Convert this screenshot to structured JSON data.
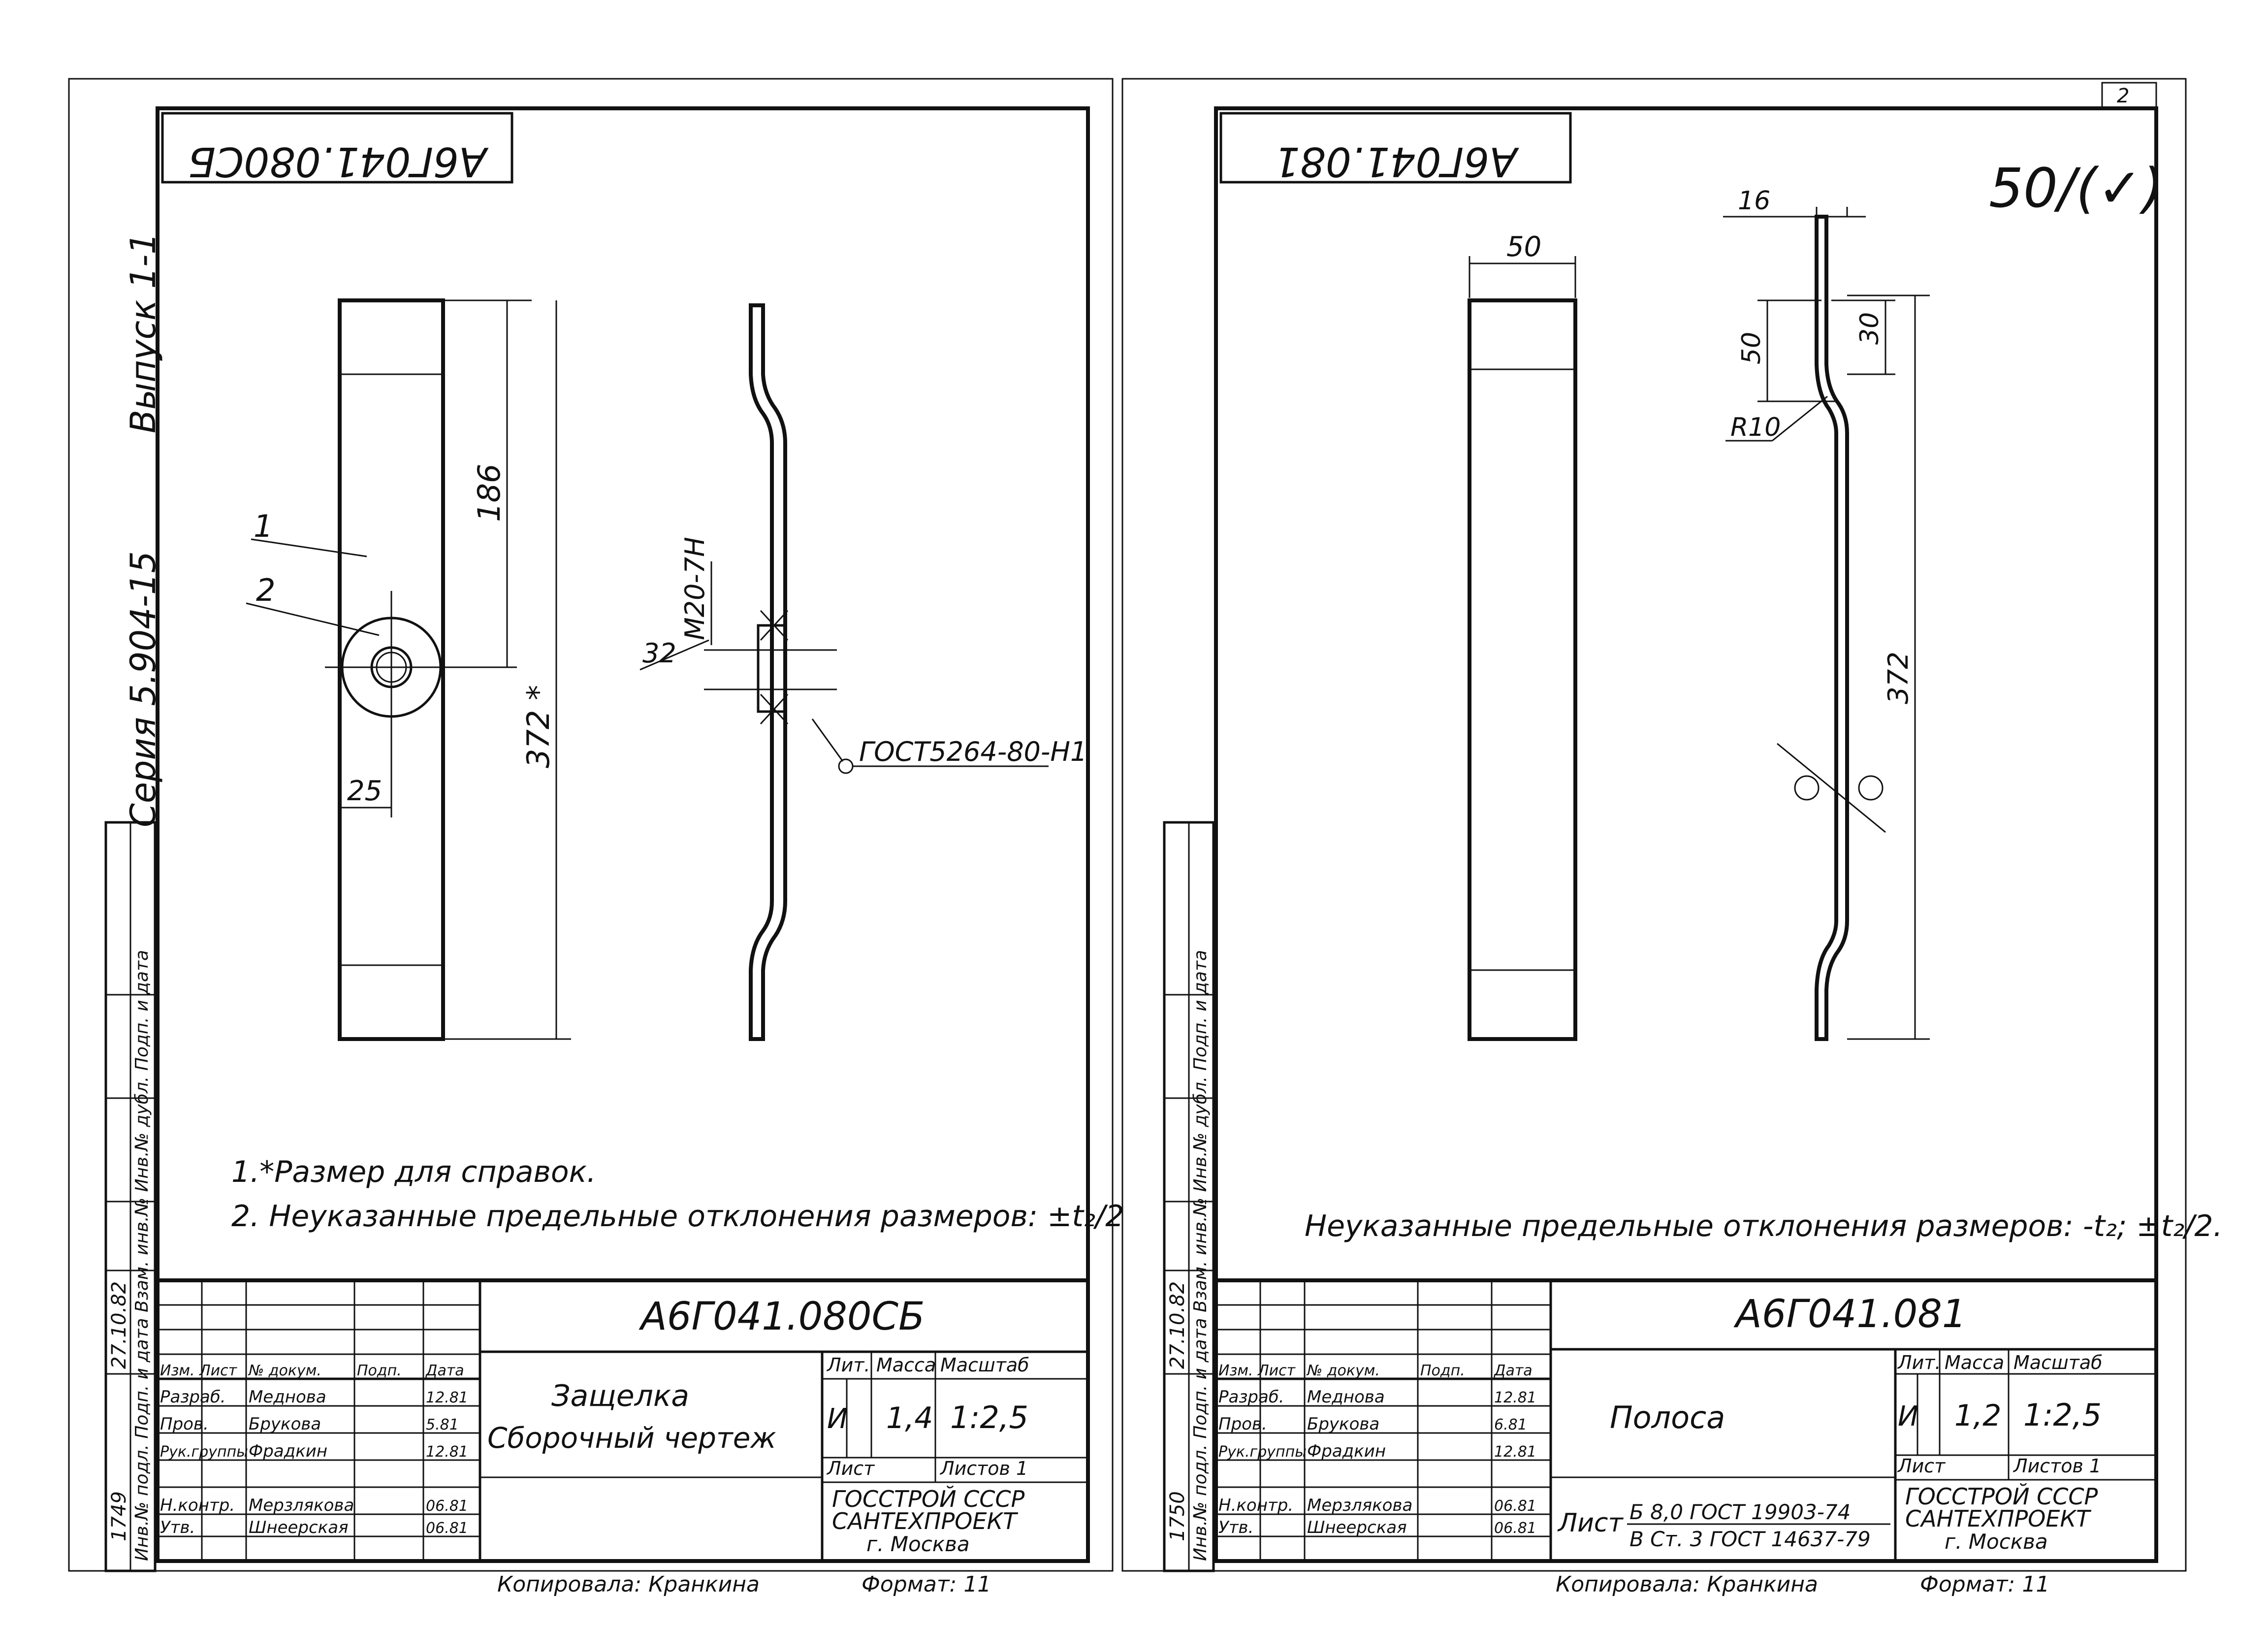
{
  "sheet_left": {
    "code_rotated": "А6Г041.080СБ",
    "series_side": "Серия 5.904-15",
    "issue_side": "Выпуск 1-1",
    "pos_1": "1",
    "pos_2": "2",
    "dim_186": "186",
    "dim_372": "372 *",
    "dim_25": "25",
    "dim_32": "32",
    "thread_label": "М20-7Н",
    "weld_label": "ГОСТ5264-80-Н1",
    "note_1": "1.*Размер для справок.",
    "note_2": "2. Неуказанные предельные отклонения размеров: ±t₂/2",
    "sidebar_stamp": "Инв.№ подл.  Подп. и дата  Взам. инв.№  Инв.№ дубл.  Подп. и дата",
    "sidebar_signature": "27.10.82",
    "sidebar_number": "1749",
    "title_block": {
      "code": "А6Г041.080СБ",
      "name_line_1": "Защелка",
      "name_line_2": "Сборочный чертеж",
      "lit_header": "Лит.",
      "mass_header": "Масса",
      "scale_header": "Масштаб",
      "lit_value": "И",
      "mass_value": "1,4",
      "scale_value": "1:2,5",
      "sheet_label": "Лист",
      "sheets_label": "Листов 1",
      "org_1": "ГОССТРОЙ СССР",
      "org_2": "САНТЕХПРОЕКТ",
      "org_3": "г. Москва",
      "rows": [
        {
          "role": "Изм. Лист",
          "name": "№ докум.",
          "sign": "Подп.",
          "date": "Дата"
        },
        {
          "role": "Разраб.",
          "name": "Меднова",
          "sign": "",
          "date": "12.81"
        },
        {
          "role": "Пров.",
          "name": "Брукова",
          "sign": "",
          "date": "5.81"
        },
        {
          "role": "Рук.группы",
          "name": "Фрадкин",
          "sign": "",
          "date": "12.81"
        },
        {
          "role": "",
          "name": "",
          "sign": "",
          "date": ""
        },
        {
          "role": "Н.контр.",
          "name": "Мерзлякова",
          "sign": "",
          "date": "06.81"
        },
        {
          "role": "Утв.",
          "name": "Шнеерская",
          "sign": "",
          "date": "06.81"
        }
      ]
    },
    "footer_copy": "Копировала: Кранкина",
    "footer_format": "Формат: 11"
  },
  "sheet_right": {
    "code_rotated": "А6Г041.081",
    "corner_mark": "2",
    "roughness": "50/(✓)",
    "dim_50_top": "50",
    "dim_16": "16",
    "dim_50_side": "50",
    "dim_30": "30",
    "radius": "R10",
    "dim_372": "372",
    "note": "Неуказанные предельные отклонения размеров: -t₂; ±t₂/2.",
    "sidebar_signature": "27.10.82",
    "sidebar_number": "1750",
    "title_block": {
      "code": "А6Г041.081",
      "name": "Полоса",
      "lit_header": "Лит.",
      "mass_header": "Масса",
      "scale_header": "Масштаб",
      "lit_value": "И",
      "mass_value": "1,2",
      "scale_value": "1:2,5",
      "sheet_label": "Лист",
      "sheets_label": "Листов 1",
      "material_prefix": "Лист",
      "material_top": "Б 8,0 ГОСТ 19903-74",
      "material_bottom": "В Ст. 3 ГОСТ 14637-79",
      "org_1": "ГОССТРОЙ СССР",
      "org_2": "САНТЕХПРОЕКТ",
      "org_3": "г. Москва",
      "rows": [
        {
          "role": "Изм. Лист",
          "name": "№ докум.",
          "sign": "Подп.",
          "date": "Дата"
        },
        {
          "role": "Разраб.",
          "name": "Меднова",
          "sign": "",
          "date": "12.81"
        },
        {
          "role": "Пров.",
          "name": "Брукова",
          "sign": "",
          "date": "6.81"
        },
        {
          "role": "Рук.группы",
          "name": "Фрадкин",
          "sign": "",
          "date": "12.81"
        },
        {
          "role": "",
          "name": "",
          "sign": "",
          "date": ""
        },
        {
          "role": "Н.контр.",
          "name": "Мерзлякова",
          "sign": "",
          "date": "06.81"
        },
        {
          "role": "Утв.",
          "name": "Шнеерская",
          "sign": "",
          "date": "06.81"
        }
      ]
    },
    "footer_copy": "Копировала: Кранкина",
    "footer_format": "Формат: 11"
  }
}
